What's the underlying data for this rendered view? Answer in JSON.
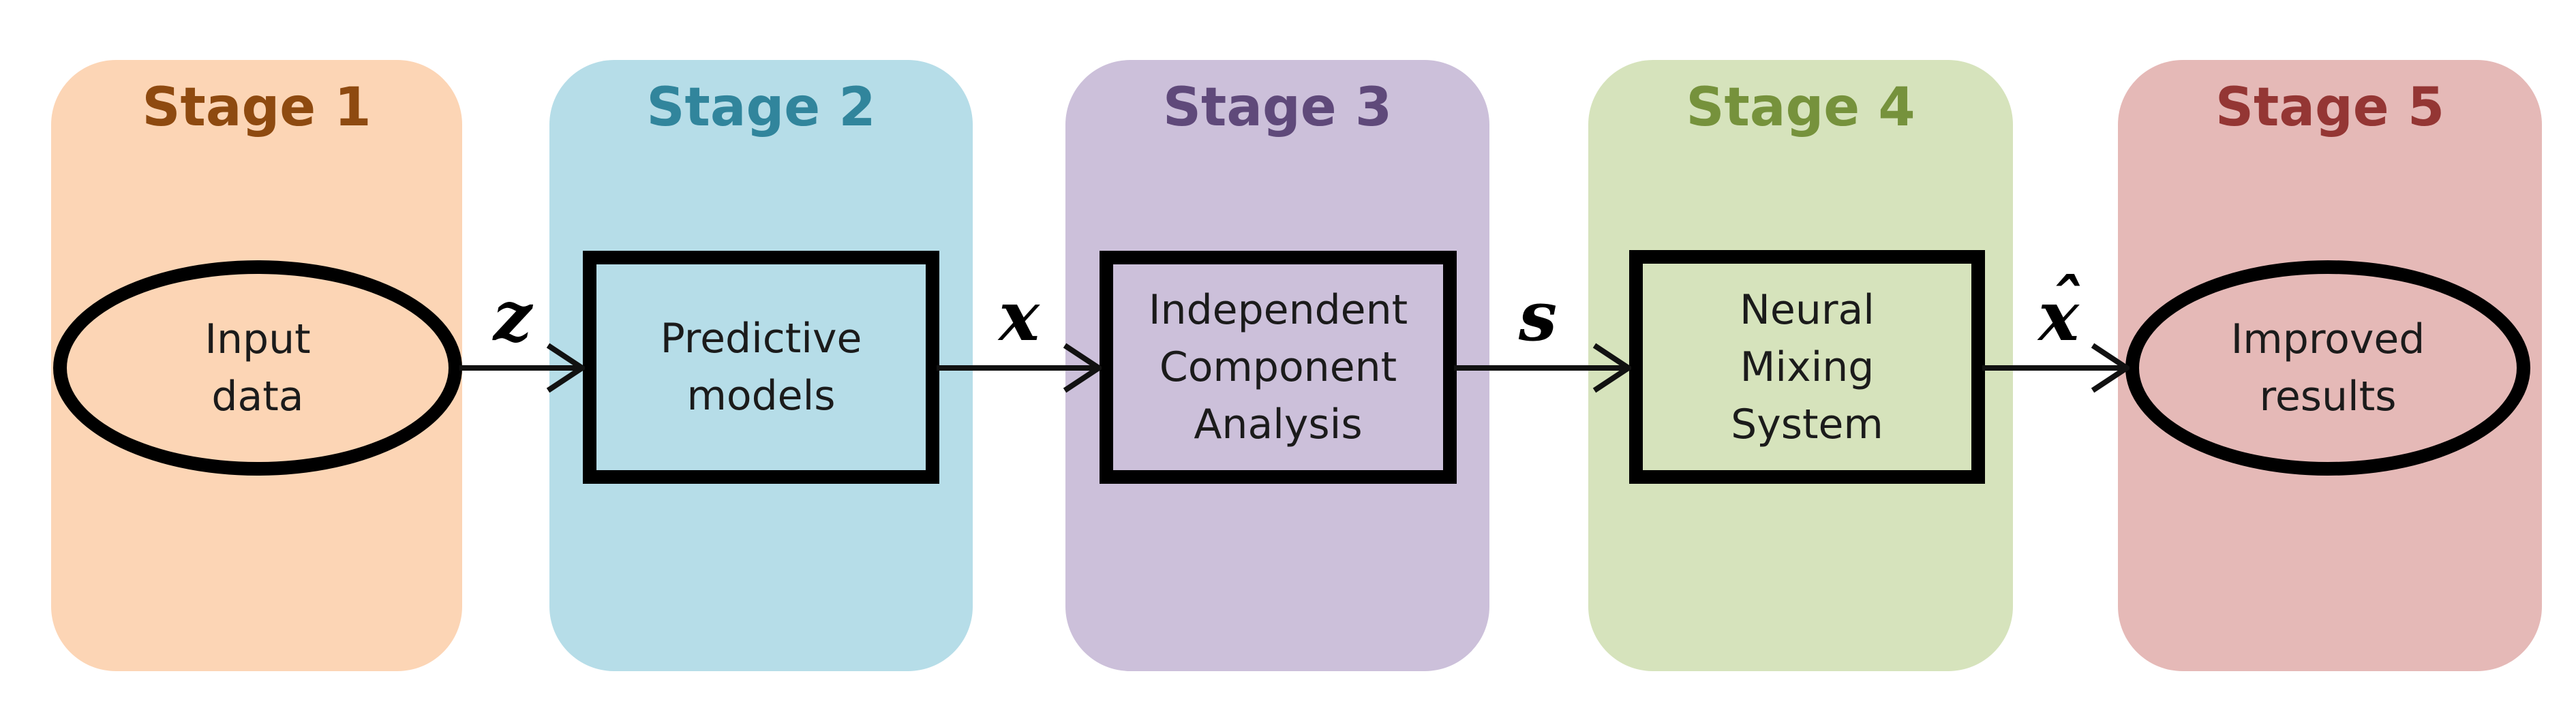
{
  "stages": [
    {
      "title": "Stage 1",
      "title_color": "#8E4A10",
      "fill_color": "#FCD5B5",
      "shape": "ellipse",
      "lines": [
        "Input",
        "data"
      ]
    },
    {
      "title": "Stage 2",
      "title_color": "#31859C",
      "fill_color": "#B6DDE8",
      "shape": "rectangle",
      "lines": [
        "Predictive",
        "models"
      ]
    },
    {
      "title": "Stage 3",
      "title_color": "#5F497A",
      "fill_color": "#CCC0DA",
      "shape": "rectangle",
      "lines": [
        "Independent",
        "Component",
        "Analysis"
      ]
    },
    {
      "title": "Stage 4",
      "title_color": "#76923C",
      "fill_color": "#D6E3BC",
      "shape": "rectangle",
      "lines": [
        "Neural",
        "Mixing",
        "System"
      ]
    },
    {
      "title": "Stage 5",
      "title_color": "#943634",
      "fill_color": "#E5B9B7",
      "shape": "ellipse",
      "lines": [
        "Improved",
        "results"
      ]
    }
  ],
  "arrows": [
    {
      "signal": "z",
      "from": "Input data",
      "to": "Predictive models"
    },
    {
      "signal": "x",
      "from": "Predictive models",
      "to": "Independent Component Analysis"
    },
    {
      "signal": "s",
      "from": "Independent Component Analysis",
      "to": "Neural Mixing System"
    },
    {
      "signal": "x̂",
      "base": "x",
      "hat": "ˆ",
      "from": "Neural Mixing System",
      "to": "Improved results"
    }
  ],
  "colors": {
    "shape_border": "#000000",
    "arrow": "#111111",
    "shape_text": "#1b1b1b",
    "background": "#ffffff"
  }
}
